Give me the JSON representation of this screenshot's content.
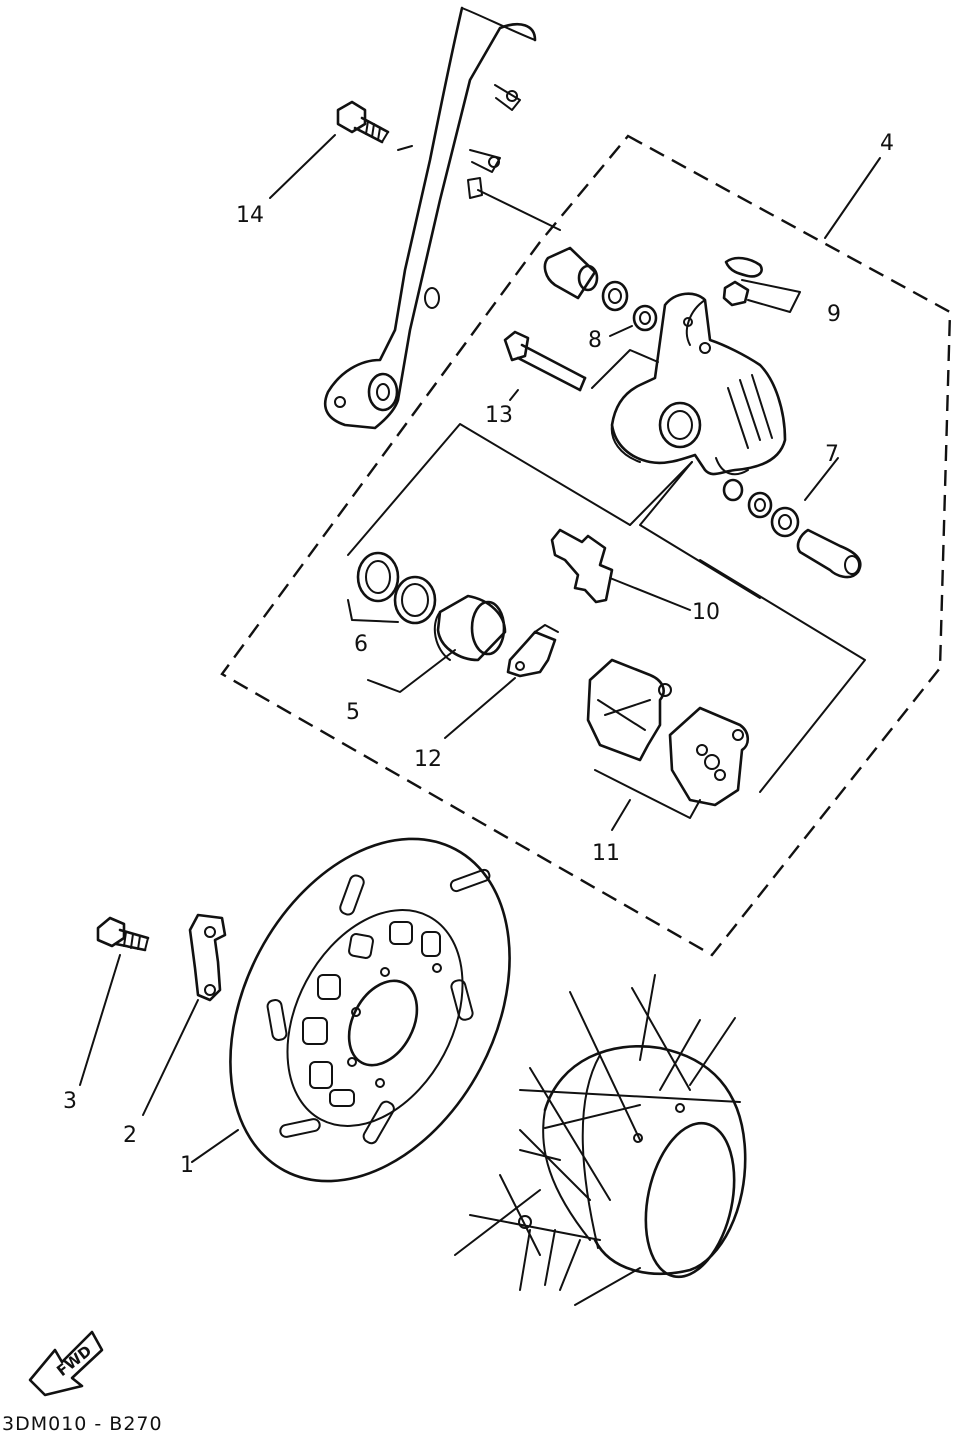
{
  "callouts": {
    "c1": "1",
    "c2": "2",
    "c3": "3",
    "c4": "4",
    "c5": "5",
    "c6": "6",
    "c7": "7",
    "c8": "8",
    "c9": "9",
    "c10": "10",
    "c11": "11",
    "c12": "12",
    "c13": "13",
    "c14": "14"
  },
  "direction_arrow": "FWD",
  "drawing_code": "3DM010 - B270",
  "colors": {
    "ink": "#111111",
    "paper": "#ffffff"
  }
}
